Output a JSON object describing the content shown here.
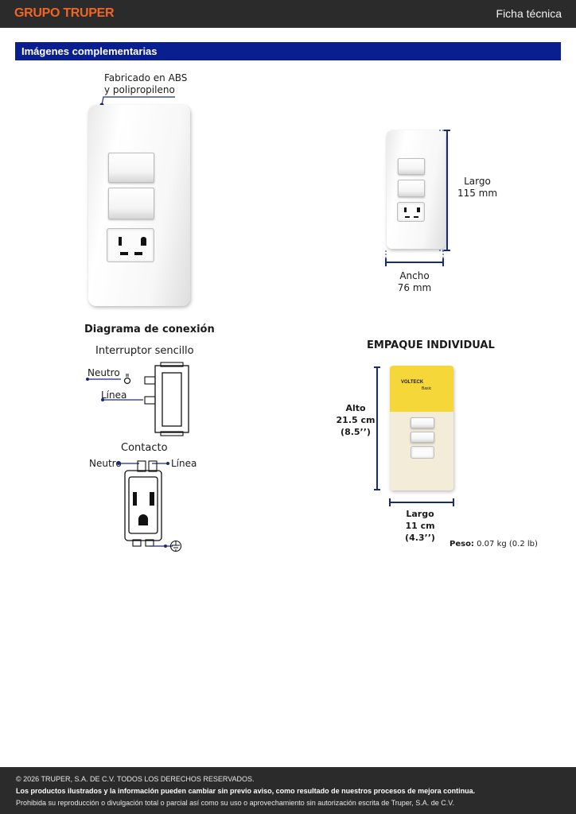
{
  "header": {
    "brand": "GRUPO TRUPER",
    "doc_type": "Ficha técnica"
  },
  "section": {
    "title": "Imágenes complementarias"
  },
  "material": {
    "line1": "Fabricado en ABS",
    "line2": "y polipropileno"
  },
  "dimensions": {
    "largo_label": "Largo",
    "largo_value": "115 mm",
    "ancho_label": "Ancho",
    "ancho_value": "76 mm"
  },
  "wiring": {
    "title": "Diagrama de conexión",
    "switch_title": "Interruptor sencillo",
    "neutro": "Neutro",
    "linea": "Línea",
    "contact_title": "Contacto",
    "contact_neutro": "Neutro",
    "contact_linea": "Línea"
  },
  "package": {
    "title": "EMPAQUE INDIVIDUAL",
    "alto_label": "Alto",
    "alto_cm": "21.5 cm",
    "alto_in": "(8.5’’)",
    "largo_label": "Largo",
    "largo_cm": "11 cm",
    "largo_in": "(4.3’’)",
    "brand": "VOLTECK",
    "brand_sub": "Basic",
    "peso_label": "Peso:",
    "peso_value": "0.07 kg (0.2 lb)"
  },
  "footer": {
    "copyright": "© 2026 TRUPER, S.A. DE C.V. TODOS LOS DERECHOS RESERVADOS.",
    "notice": "Los productos ilustrados y la información pueden cambiar sin previo aviso, como resultado de nuestros procesos de mejora continua.",
    "prohibition": "Prohibida su reproducción o divulgación total o parcial así como su uso o aprovechamiento sin autorización escrita de Truper, S.A. de C.V."
  },
  "colors": {
    "brand_orange": "#f26522",
    "header_dark": "#2b2b2b",
    "section_blue": "#0a1f8f",
    "dimension_navy": "#1a2a7a"
  }
}
